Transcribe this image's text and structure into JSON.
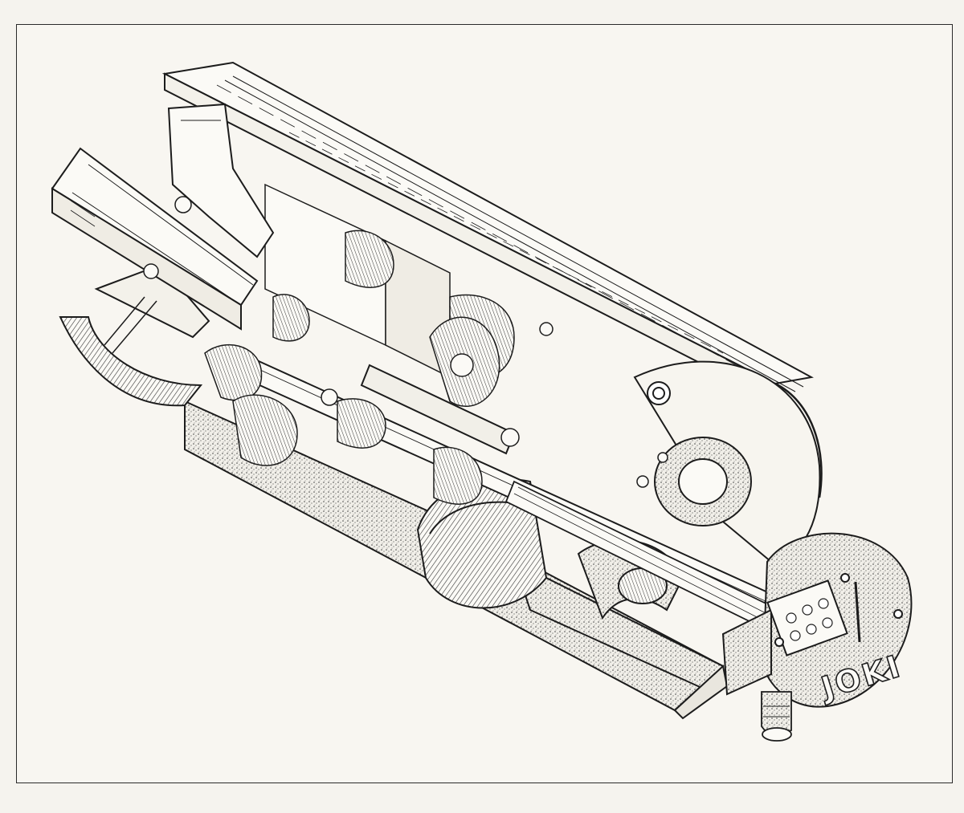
{
  "figure": {
    "brand_logo_text": "JOKI",
    "colors": {
      "paper": "#f8f6f1",
      "ink": "#1c1c1c",
      "stipple": "#3a3a3a"
    },
    "icons": [
      "drum-motor-cutaway",
      "spur-gear",
      "bevel-gear",
      "ball-bearing",
      "terminal-box",
      "cable-gland"
    ]
  }
}
